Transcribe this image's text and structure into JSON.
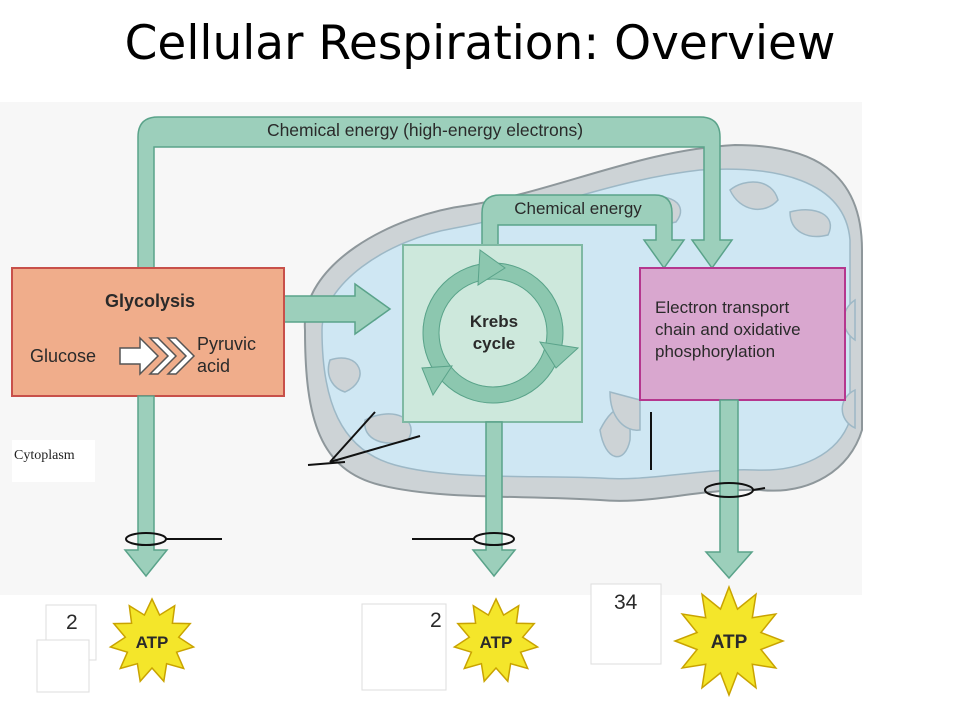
{
  "title": "Cellular Respiration: Overview",
  "diagram": {
    "top_arrow_label": "Chemical energy (high-energy electrons)",
    "mid_arrow_label": "Chemical energy",
    "glycolysis": {
      "title": "Glycolysis",
      "input": "Glucose",
      "output_line1": "Pyruvic",
      "output_line2": "acid"
    },
    "krebs": {
      "line1": "Krebs",
      "line2": "cycle"
    },
    "etc": {
      "line1": "Electron transport",
      "line2": "chain and oxidative",
      "line3": "phosphorylation"
    },
    "cytoplasm_label": "Cytoplasm",
    "atp_label": "ATP",
    "counts": {
      "glycolysis": "2",
      "krebs": "2",
      "etc": "34"
    },
    "colors": {
      "arrow_fill": "#9ccfbb",
      "arrow_stroke": "#5aa38a",
      "mitochondrion_outer": "#cdd3d6",
      "mitochondrion_inner": "#cfe7f3",
      "glycolysis_box": "#f0ad8b",
      "krebs_box": "#cde8dc",
      "etc_box": "#d9a7cf",
      "atp_burst": "#f4e62a"
    }
  }
}
